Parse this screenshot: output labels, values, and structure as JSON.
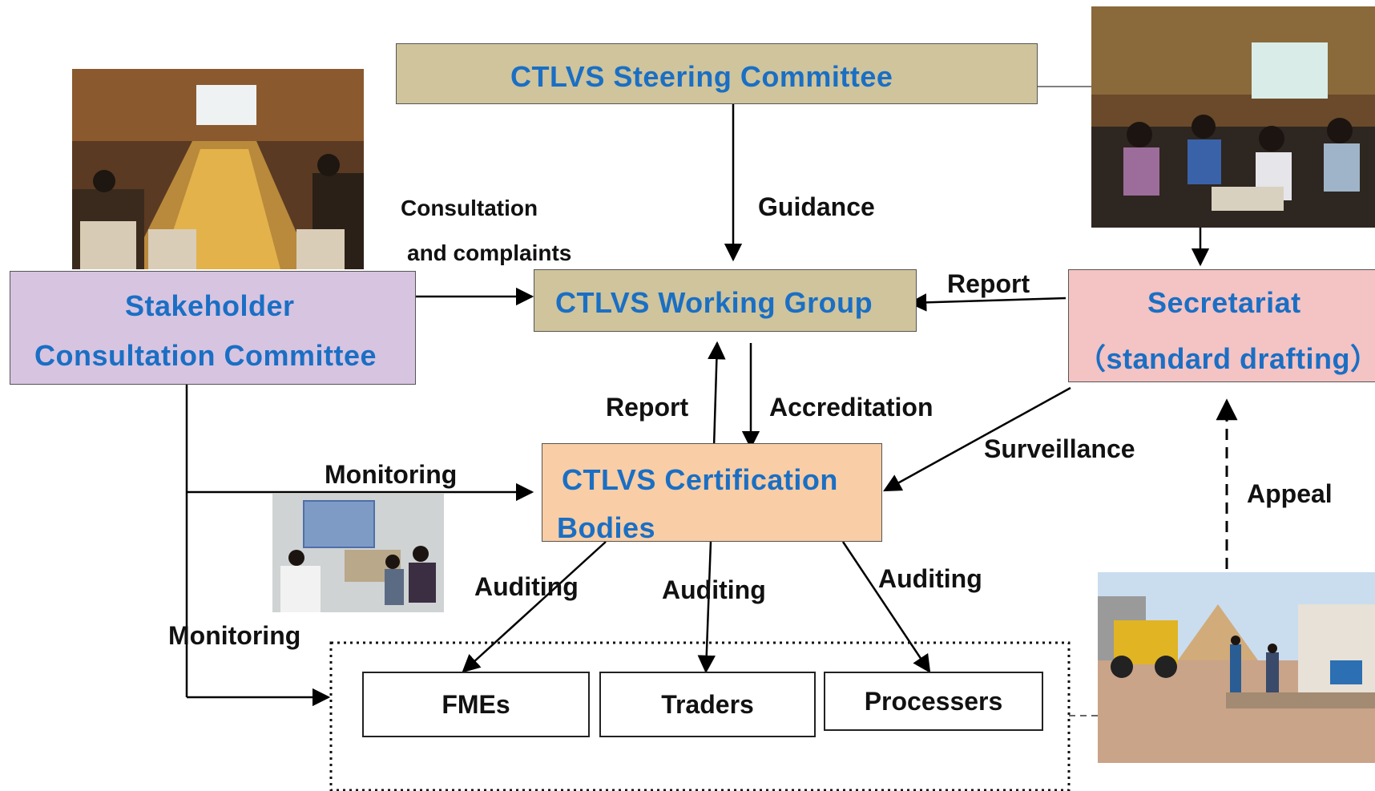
{
  "nodes": {
    "steering": "CTLVS Steering Committee",
    "working_group": "CTLVS Working Group",
    "stakeholder_l1": "Stakeholder",
    "stakeholder_l2": "Consultation Committee",
    "secretariat_l1": "Secretariat",
    "secretariat_l2": "（standard drafting）",
    "certification_l1": "CTLVS Certification",
    "certification_l2": "Bodies",
    "fmes": "FMEs",
    "traders": "Traders",
    "processers": "Processers"
  },
  "edge_labels": {
    "guidance": "Guidance",
    "consultation_l1": "Consultation",
    "consultation_l2": "and complaints",
    "report_secretariat": "Report",
    "report_certification": "Report",
    "accreditation": "Accreditation",
    "surveillance": "Surveillance",
    "monitoring_cert": "Monitoring",
    "monitoring_entities": "Monitoring",
    "appeal": "Appeal",
    "auditing_fmes": "Auditing",
    "auditing_traders": "Auditing",
    "auditing_processers": "Auditing"
  },
  "colors": {
    "steering_fill": "#cfc49c",
    "working_group_fill": "#cfc49c",
    "stakeholder_fill": "#d7c4e0",
    "secretariat_fill": "#f4c3c3",
    "certification_fill": "#f9cda5",
    "node_text": "#1a6fc4"
  },
  "photos": [
    "meeting-room-photo",
    "committee-meeting-photo",
    "office-meeting-photo",
    "field-inspection-photo"
  ]
}
